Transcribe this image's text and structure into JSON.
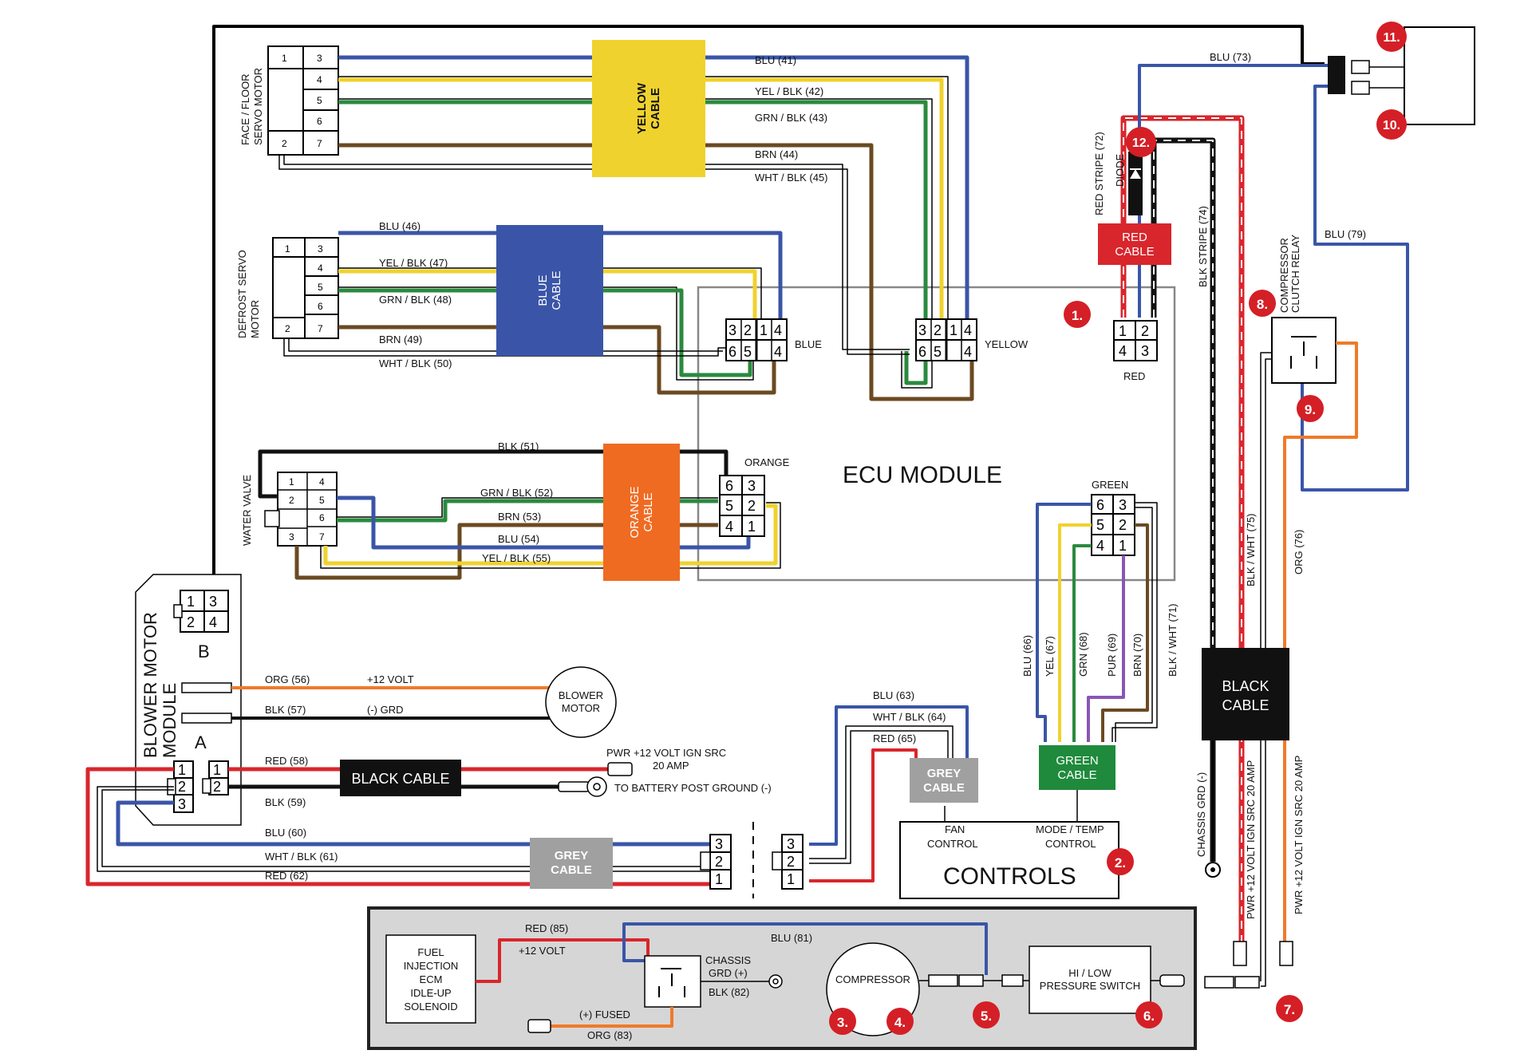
{
  "modules": {
    "ecu": "ECU MODULE",
    "controls": "CONTROLS",
    "fan_control": [
      "FAN",
      "CONTROL"
    ],
    "mode_temp_control": [
      "MODE / TEMP",
      "CONTROL"
    ],
    "blower_motor_module": [
      "BLOWER MOTOR",
      "MODULE"
    ],
    "blower_motor": [
      "BLOWER",
      "MOTOR"
    ],
    "face_floor_servo": [
      "FACE / FLOOR",
      "SERVO MOTOR"
    ],
    "defrost_servo": [
      "DEFROST SERVO",
      "MOTOR"
    ],
    "water_valve": "WATER VALVE",
    "compressor": "COMPRESSOR",
    "pressure_switch": [
      "HI / LOW",
      "PRESSURE SWITCH"
    ],
    "fuel_injection": [
      "FUEL",
      "INJECTION",
      "ECM",
      "IDLE-UP",
      "SOLENOID"
    ],
    "compressor_clutch_relay": [
      "COMPRESSOR",
      "CLUTCH RELAY"
    ],
    "diode": "DIODE"
  },
  "cables": {
    "yellow": [
      "YELLOW",
      "CABLE"
    ],
    "blue": [
      "BLUE",
      "CABLE"
    ],
    "orange": [
      "ORANGE",
      "CABLE"
    ],
    "red": [
      "RED",
      "CABLE"
    ],
    "black": [
      "BLACK",
      "CABLE"
    ],
    "black_inline": "BLACK CABLE",
    "green": [
      "GREEN",
      "CABLE"
    ],
    "grey": [
      "GREY",
      "CABLE"
    ]
  },
  "connectors": {
    "blue": "BLUE",
    "yellow": "YELLOW",
    "red": "RED",
    "orange": "ORANGE",
    "green": "GREEN",
    "blower_a": "A",
    "blower_b": "B"
  },
  "pins": [
    "1",
    "2",
    "3",
    "4",
    "5",
    "6",
    "7"
  ],
  "wires": {
    "w41": "BLU (41)",
    "w42": "YEL / BLK (42)",
    "w43": "GRN / BLK (43)",
    "w44": "BRN (44)",
    "w45": "WHT / BLK (45)",
    "w46": "BLU (46)",
    "w47": "YEL / BLK (47)",
    "w48": "GRN / BLK (48)",
    "w49": "BRN (49)",
    "w50": "WHT / BLK (50)",
    "w51": "BLK (51)",
    "w52": "GRN / BLK (52)",
    "w53": "BRN (53)",
    "w54": "BLU (54)",
    "w55": "YEL / BLK (55)",
    "w56": "ORG (56)",
    "w57": "BLK (57)",
    "w58": "RED (58)",
    "w59": "BLK (59)",
    "w60": "BLU (60)",
    "w61": "WHT / BLK (61)",
    "w62": "RED (62)",
    "w63": "BLU (63)",
    "w64": "WHT / BLK (64)",
    "w65": "RED (65)",
    "w66": "BLU (66)",
    "w67": "YEL (67)",
    "w68": "GRN (68)",
    "w69": "PUR (69)",
    "w70": "BRN (70)",
    "w71": "BLK / WHT (71)",
    "w72": "RED STRIPE (72)",
    "w73": "BLU (73)",
    "w74": "BLK STRIPE (74)",
    "w75": "BLK / WHT (75)",
    "w76": "ORG (76)",
    "w79": "BLU (79)",
    "w81": "BLU (81)",
    "w82": "BLK (82)",
    "w83": "ORG (83)",
    "w85": "RED (85)"
  },
  "annotations": {
    "plus12": "+12 VOLT",
    "minus_grd": "(-) GRD",
    "pwr_ign_line1": "PWR +12 VOLT IGN SRC",
    "pwr_ign_line2": "20 AMP",
    "pwr_ign_vertical": "PWR +12 VOLT IGN SRC 20 AMP",
    "battery_ground": "TO BATTERY POST GROUND (-)",
    "chassis_grd_minus": "CHASSIS GRD (-)",
    "chassis_grd_plus": [
      "CHASSIS",
      "GRD (+)"
    ],
    "plus12_volt": "+12 VOLT",
    "plus_fused": "(+) FUSED"
  },
  "callouts": [
    "1.",
    "2.",
    "3.",
    "4.",
    "5.",
    "6.",
    "7.",
    "8.",
    "9.",
    "10.",
    "11.",
    "12."
  ],
  "colors": {
    "blue": "#3a55a8",
    "yellow": "#f0d22e",
    "green": "#2a8a3e",
    "brown": "#6b4a22",
    "black": "#111111",
    "white": "#ffffff",
    "orange": "#ef7a2a",
    "red": "#d8262c",
    "purple": "#8a55b6",
    "grey_panel": "#d6d6d6",
    "grey_cable": "#a0a0a0",
    "cable_yellow": "#f0d22e",
    "cable_blue": "#3a55a8",
    "cable_orange": "#ef6b22",
    "cable_red": "#d8262c",
    "cable_black": "#111111",
    "cable_green": "#1f8a3c",
    "callout": "#d41f26"
  }
}
